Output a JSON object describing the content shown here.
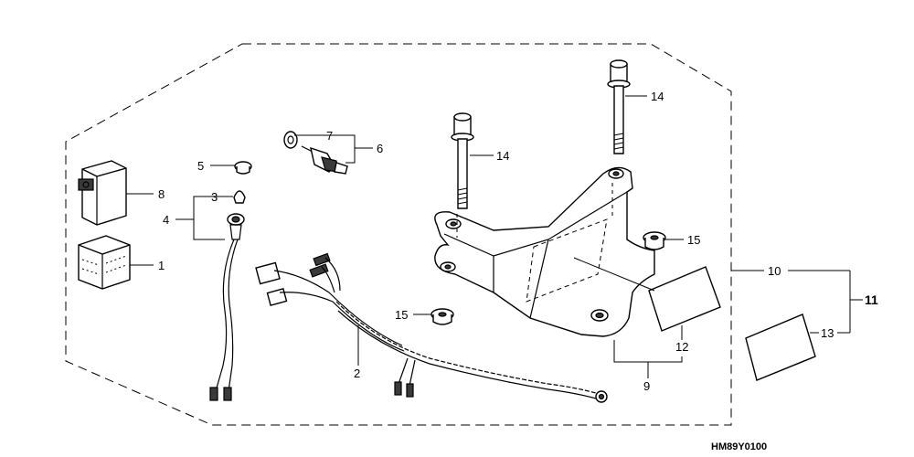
{
  "callouts": {
    "c1": "1",
    "c2": "2",
    "c3": "3",
    "c4": "4",
    "c5": "5",
    "c6": "6",
    "c7": "7",
    "c8": "8",
    "c9": "9",
    "c10": "10",
    "c11": "11",
    "c12": "12",
    "c13": "13",
    "c14a": "14",
    "c14b": "14",
    "c15a": "15",
    "c15b": "15"
  },
  "diagram_code": "HM89Y0100"
}
